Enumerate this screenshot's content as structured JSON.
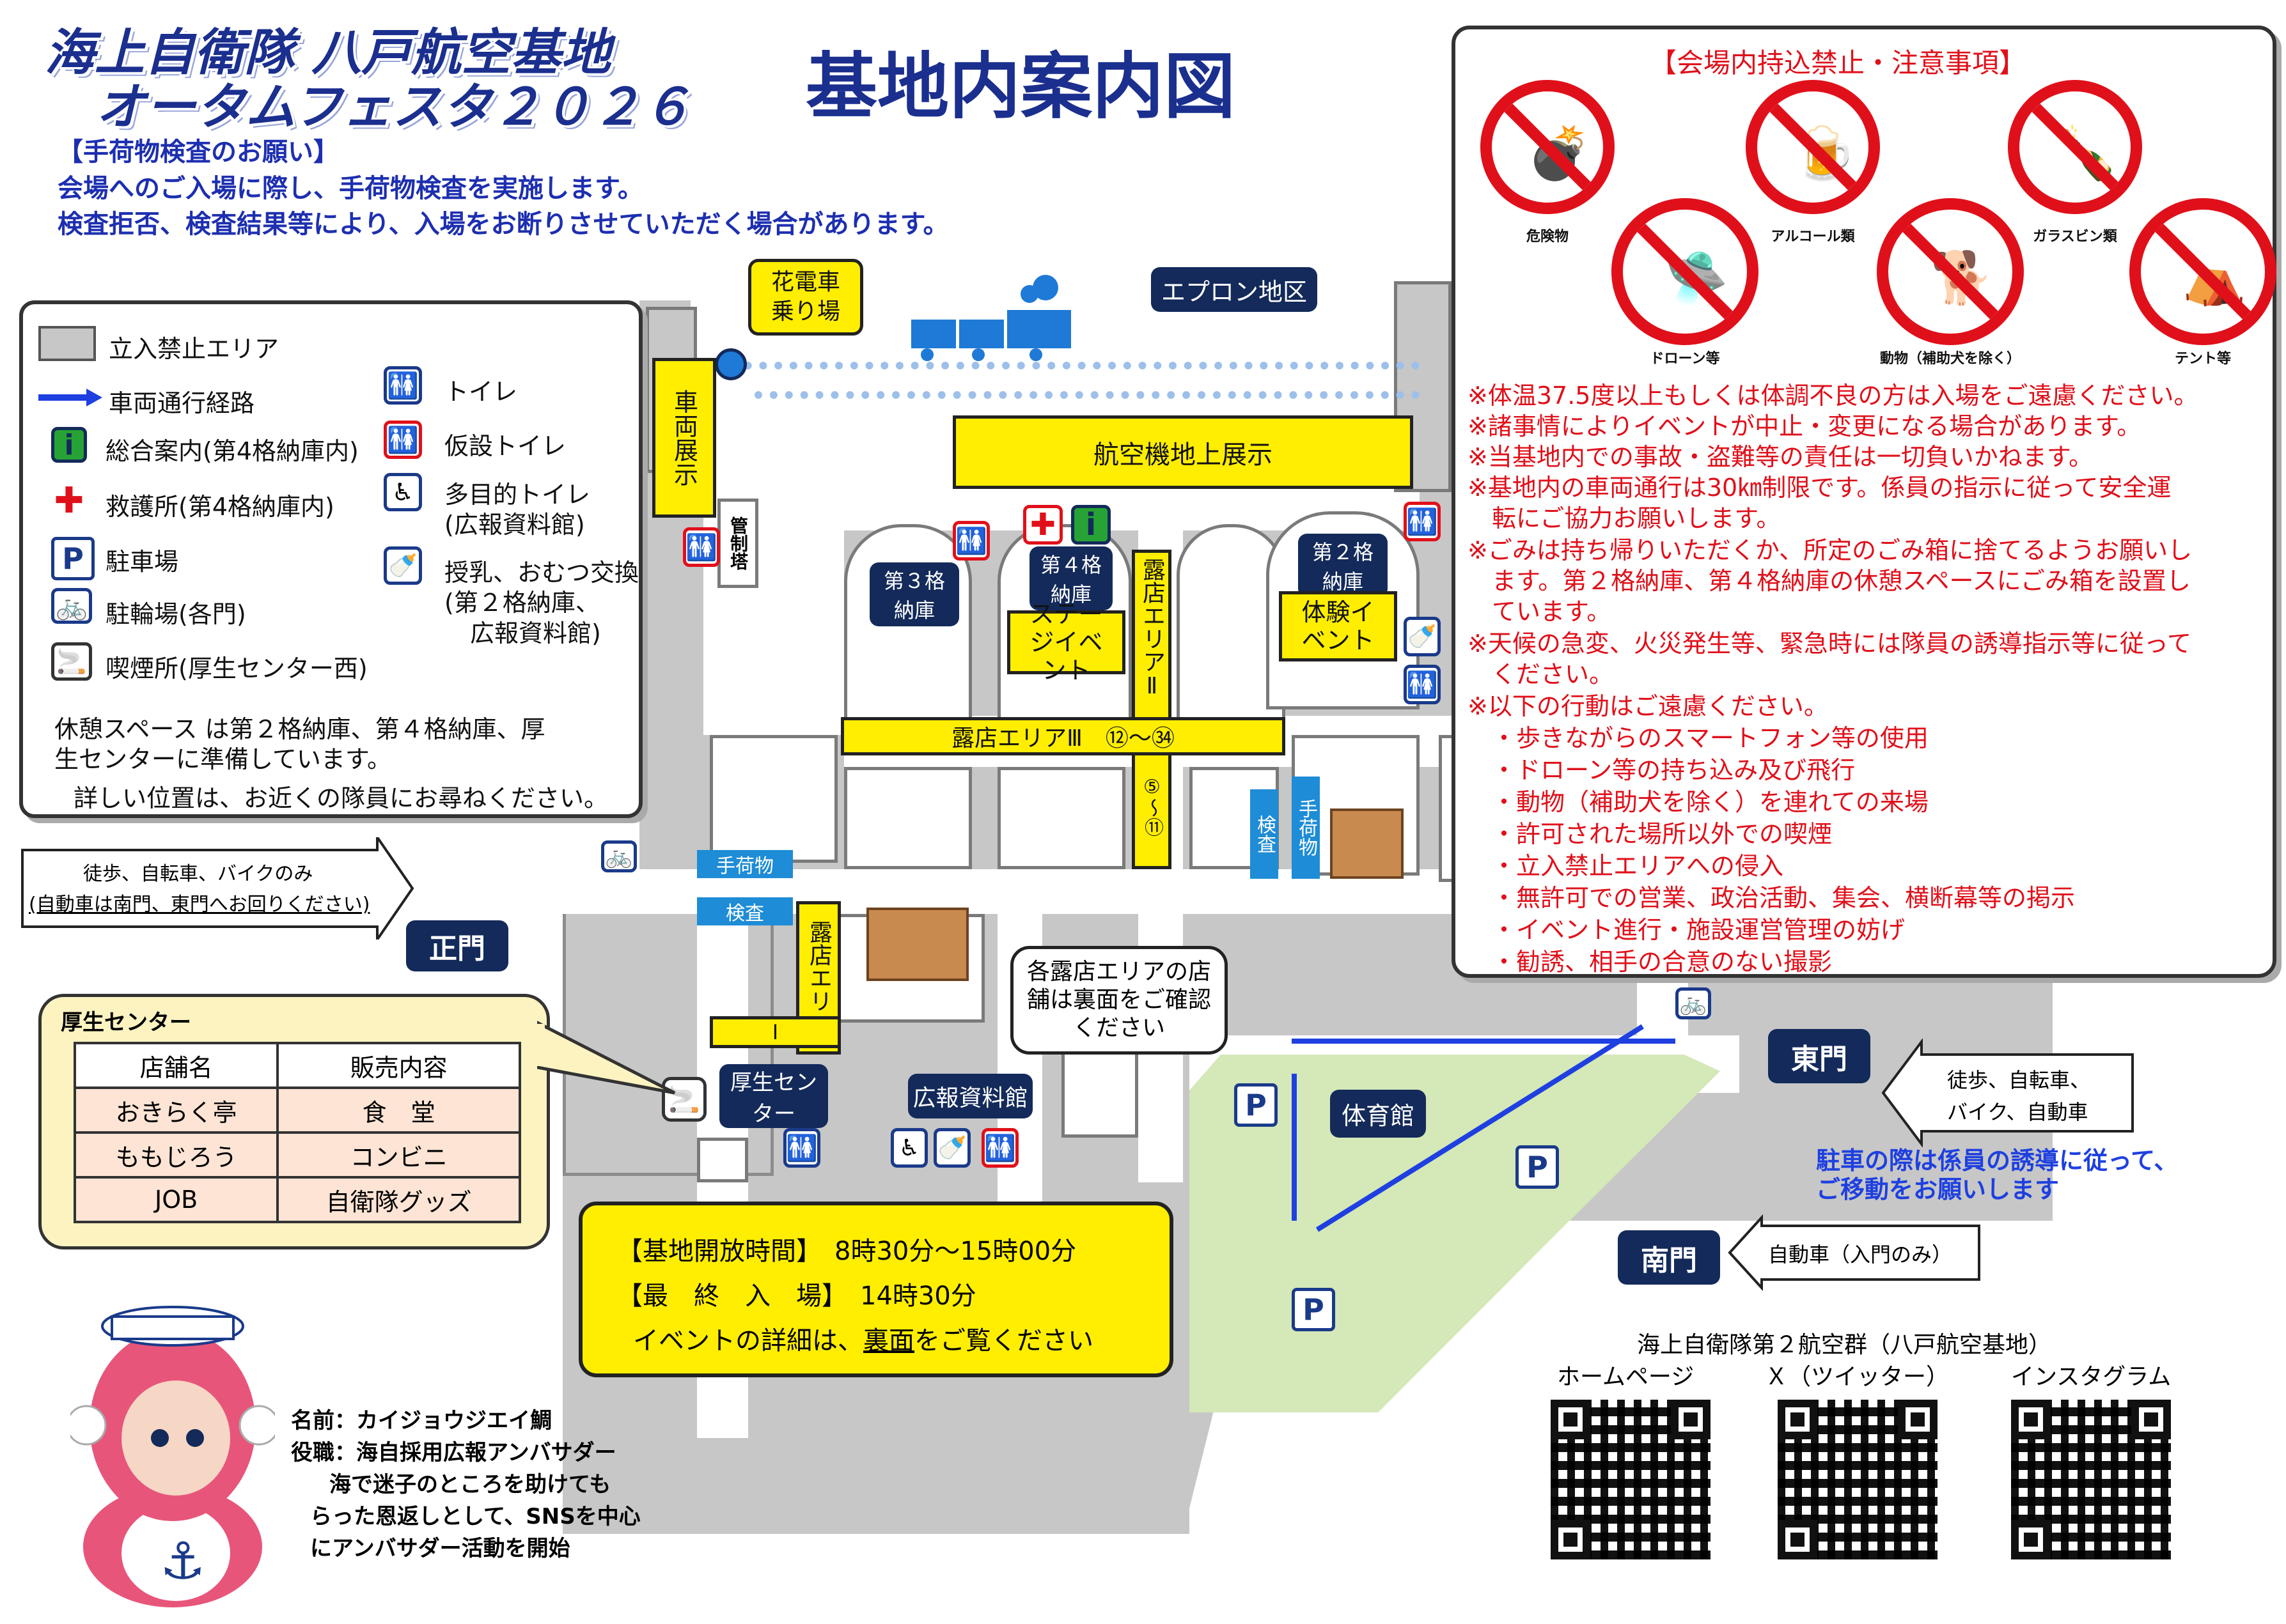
{
  "header": {
    "title_line1": "海上自衛隊 八戸航空基地",
    "title_line2": "オータムフェスタ２０２６",
    "map_title": "基地内案内図"
  },
  "baggage": {
    "heading": "【手荷物検査のお願い】",
    "line1": "会場へのご入場に際し、手荷物検査を実施します。",
    "line2": "検査拒否、検査結果等により、入場をお断りさせていただく場合があります。"
  },
  "legend": {
    "restricted": "立入禁止エリア",
    "vehicle_route": "車両通行経路",
    "info": "総合案内(第4格納庫内)",
    "first_aid": "救護所(第4格納庫内)",
    "parking": "駐車場",
    "bicycle": "駐輪場(各門)",
    "smoking": "喫煙所(厚生センター西)",
    "toilet": "トイレ",
    "temp_toilet": "仮設トイレ",
    "multi_toilet_1": "多目的トイレ",
    "multi_toilet_2": "(広報資料館)",
    "nursing_1": "授乳、おむつ交換",
    "nursing_2": "(第２格納庫、",
    "nursing_3": "広報資料館)",
    "rest_1": "休憩スペース は第２格納庫、第４格納庫、厚",
    "rest_2": "生センターに準備しています。",
    "rest_3": "詳しい位置は、お近くの隊員にお尋ねください。",
    "p_icon": "P"
  },
  "map": {
    "apron": "エプロン地区",
    "train_stop_1": "花電車",
    "train_stop_2": "乗り場",
    "vehicle_display": "車両展示",
    "aircraft_display": "航空機地上展示",
    "control_tower": "管制塔",
    "hangar3": "第３格納庫",
    "hangar4": "第４格納庫",
    "hangar2": "第２格納庫",
    "stage_event": "ステージイベント",
    "experience_event": "体験イベント",
    "stall_area_2": "露店エリアⅡ",
    "stall_area_3": "露店エリアⅢ　⑫～㉞",
    "stall_range_2": "⑤～⑪",
    "stall_area_1": "露店エリア",
    "stall_area_1_num": "Ⅰ",
    "inspection": "検査",
    "baggage_check": "手荷物",
    "main_gate": "正門",
    "east_gate": "東門",
    "south_gate": "南門",
    "kosei_center": "厚生センター",
    "museum": "広報資料館",
    "gym": "体育館",
    "stall_note": "各露店エリアの店舗は裏面をご確認ください",
    "main_gate_note_1": "徒歩、自転車、バイクのみ",
    "main_gate_note_2": "(自動車は南門、東門へお回りください)",
    "east_gate_note_1": "徒歩、自転車、",
    "east_gate_note_2": "バイク、自動車",
    "south_gate_note": "自動車（入門のみ）",
    "parking_note_1": "駐車の際は係員の誘導に従って、",
    "parking_note_2": "ご移動をお願いします",
    "p_icon": "P"
  },
  "kosei": {
    "title": "厚生センター",
    "headers": [
      "店舗名",
      "販売内容"
    ],
    "rows": [
      [
        "おきらく亭",
        "食　堂"
      ],
      [
        "ももじろう",
        "コンビニ"
      ],
      [
        "JOB",
        "自衛隊グッズ"
      ]
    ]
  },
  "hours": {
    "open": "【基地開放時間】　8時30分～15時00分",
    "last": "【最　終　入　場】　14時30分",
    "event_pre": "イベントの詳細は、",
    "event_link": "裏面",
    "event_post": "をご覧ください"
  },
  "mascot": {
    "name": "名前：カイジョウジエイ鯛",
    "role": "役職：海自採用広報アンバサダー",
    "desc1": "海で迷子のところを助けても",
    "desc2": "らった恩返しとして、SNSを中心",
    "desc3": "にアンバサダー活動を開始"
  },
  "prohibited": {
    "heading": "【会場内持込禁止・注意事項】",
    "items": [
      "危険物",
      "アルコール類",
      "ガラスビン類",
      "ドローン等",
      "動物（補助犬を除く）",
      "テント等"
    ],
    "notes": [
      "※体温37.5度以上もしくは体調不良の方は入場をご遠慮ください。",
      "※諸事情によりイベントが中止・変更になる場合があります。",
      "※当基地内での事故・盗難等の責任は一切負いかねます。",
      "※基地内の車両通行は30㎞制限です。係員の指示に従って安全運",
      "　転にご協力お願いします。",
      "※ごみは持ち帰りいただくか、所定のごみ箱に捨てるようお願いし",
      "　ます。第２格納庫、第４格納庫の休憩スペースにごみ箱を設置し",
      "　ています。",
      "※天候の急変、火災発生等、緊急時には隊員の誘導指示等に従って",
      "　ください。",
      "※以下の行動はご遠慮ください。",
      "　・歩きながらのスマートフォン等の使用",
      "　・ドローン等の持ち込み及び飛行",
      "　・動物（補助犬を除く）を連れての来場",
      "　・許可された場所以外での喫煙",
      "　・立入禁止エリアへの侵入",
      "　・無許可での営業、政治活動、集会、横断幕等の掲示",
      "　・イベント進行・施設運営管理の妨げ",
      "　・勧誘、相手の合意のない撮影"
    ]
  },
  "sns": {
    "org": "海上自衛隊第２航空群（八戸航空基地）",
    "labels": [
      "ホームページ",
      "Ｘ（ツイッター）",
      "インスタグラム"
    ]
  },
  "colors": {
    "navy": "#132a5a",
    "yellow": "#ffee00",
    "red": "#e0101a",
    "blue": "#1e40e0",
    "green": "#d4e8b8"
  }
}
